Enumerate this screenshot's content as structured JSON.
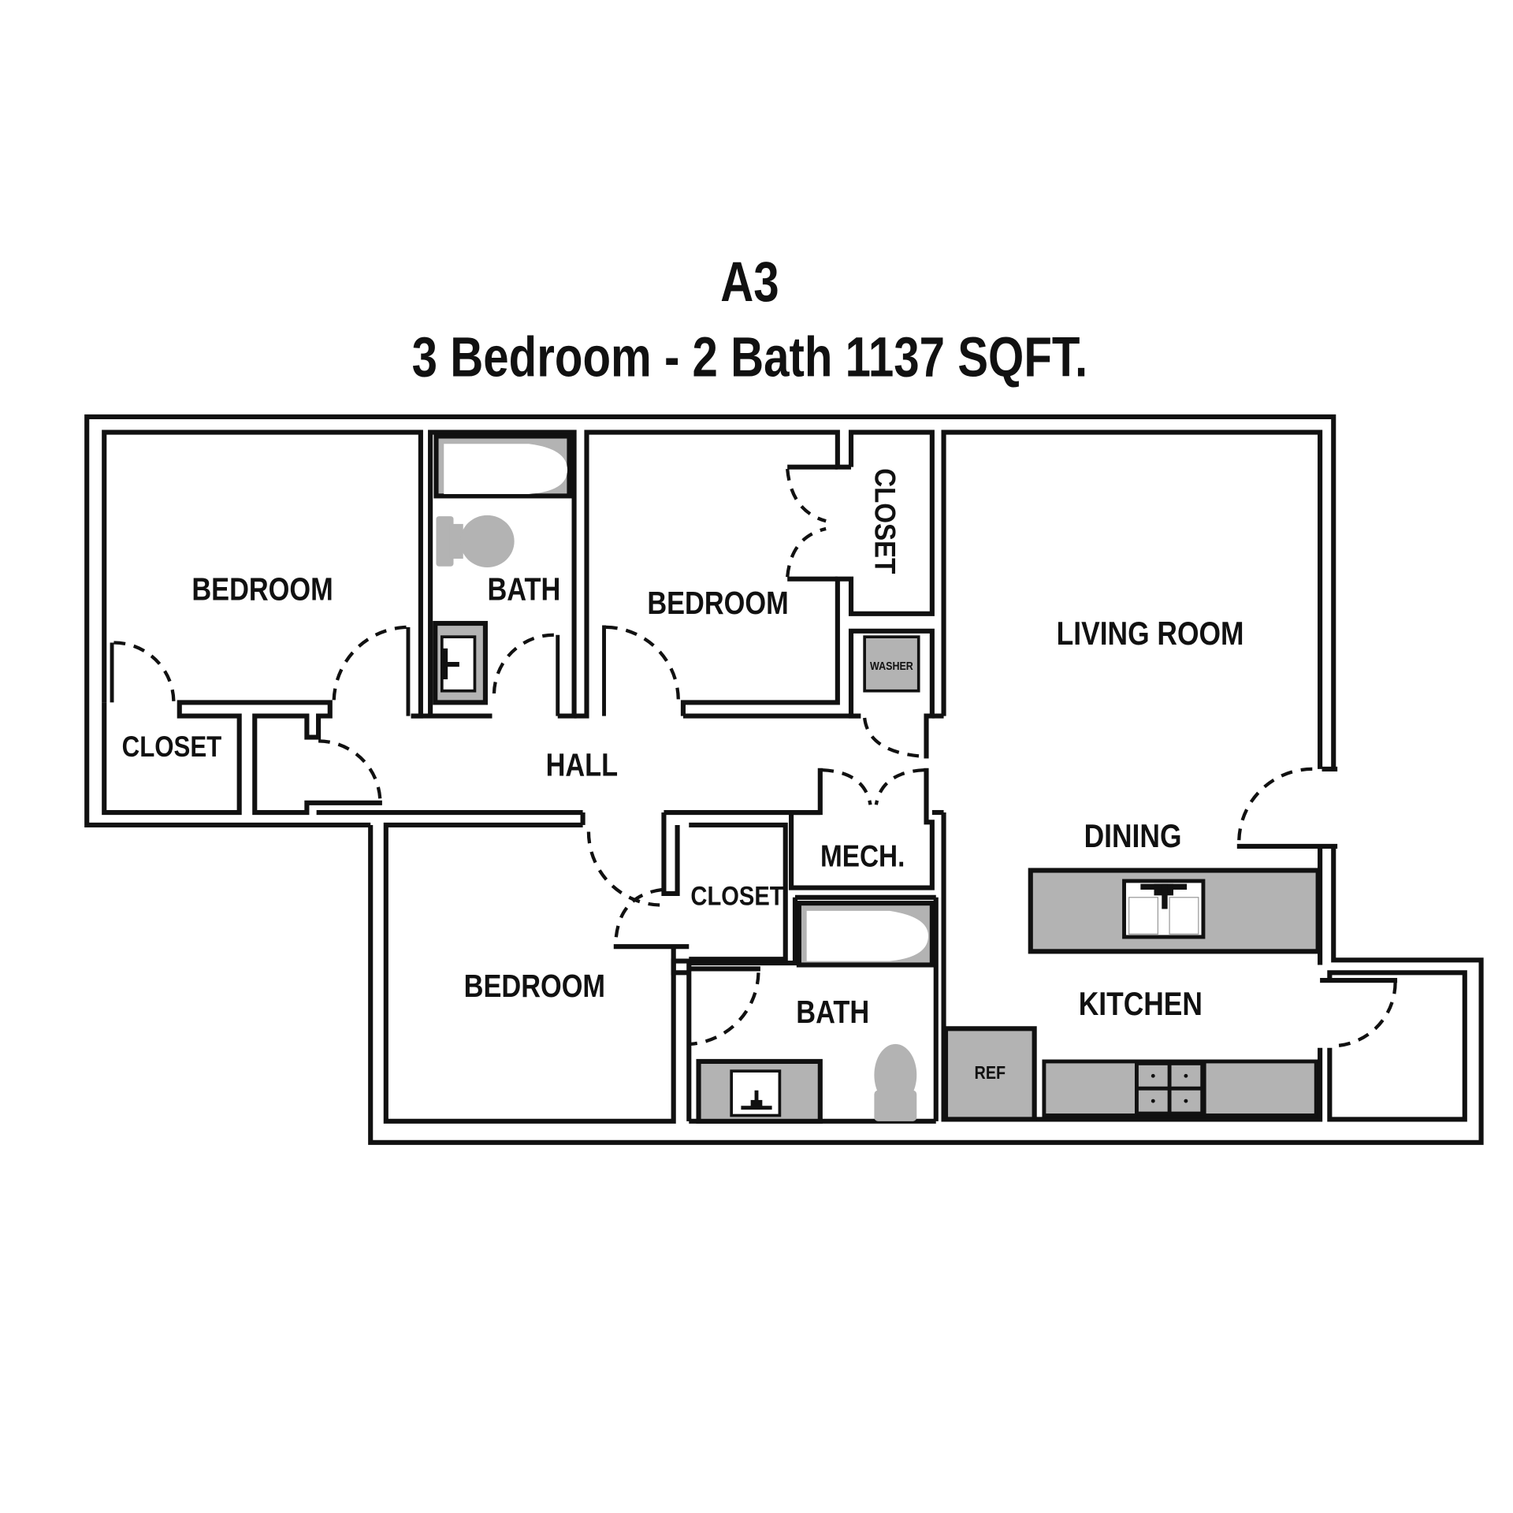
{
  "header": {
    "unit_code": "A3",
    "summary": "3 Bedroom - 2 Bath 1137 SQFT."
  },
  "rooms": {
    "bedroom_left": "BEDROOM",
    "closet_left": "CLOSET",
    "bath_top": "BATH",
    "bedroom_middle": "BEDROOM",
    "closet_middle": "CLOSET",
    "washer": "WASHER",
    "living_room": "LIVING ROOM",
    "hall": "HALL",
    "mech": "MECH.",
    "dining": "DINING",
    "closet_bottom": "CLOSET",
    "bedroom_bottom": "BEDROOM",
    "bath_bottom": "BATH",
    "kitchen": "KITCHEN",
    "ref": "REF"
  },
  "colors": {
    "wall": "#111111",
    "fixture_fill": "#b3b3b3",
    "background": "#ffffff"
  }
}
